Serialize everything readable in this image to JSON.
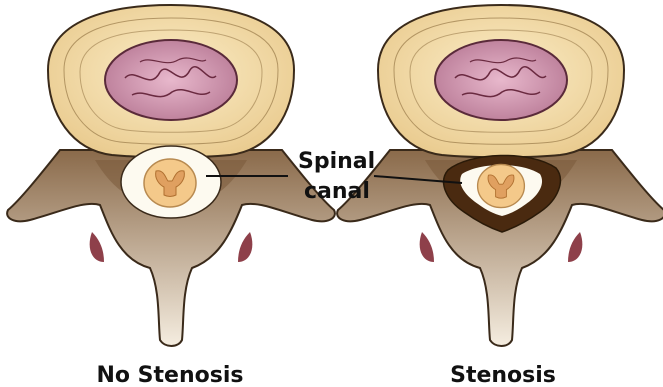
{
  "diagram": {
    "left_caption": "No Stenosis",
    "right_caption": "Stenosis",
    "annotation_line1": "Spinal",
    "annotation_line2": "canal"
  },
  "colors": {
    "disc_outer": "#f7e2b0",
    "disc_rings": "#8a6a3a",
    "nucleus": "#c98aa8",
    "bone": "#8a6a4a",
    "bone_light": "#c7aa88",
    "canal": "#fdfaf0",
    "cord": "#f4c98a",
    "cord_inner": "#e0a060",
    "stenosis": "#4a2a10",
    "outline": "#3a2a1a"
  }
}
